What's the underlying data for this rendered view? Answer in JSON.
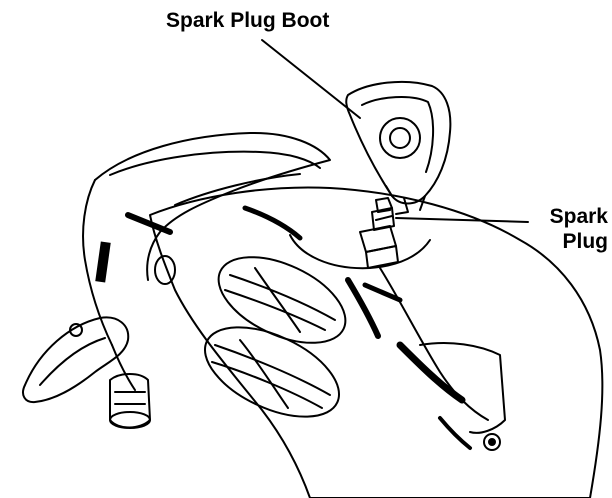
{
  "diagram": {
    "callouts": {
      "boot": "Spark Plug Boot",
      "plug_line1": "Spark",
      "plug_line2": "Plug"
    }
  },
  "colors": {
    "ink": "#000000",
    "paper": "#ffffff"
  }
}
